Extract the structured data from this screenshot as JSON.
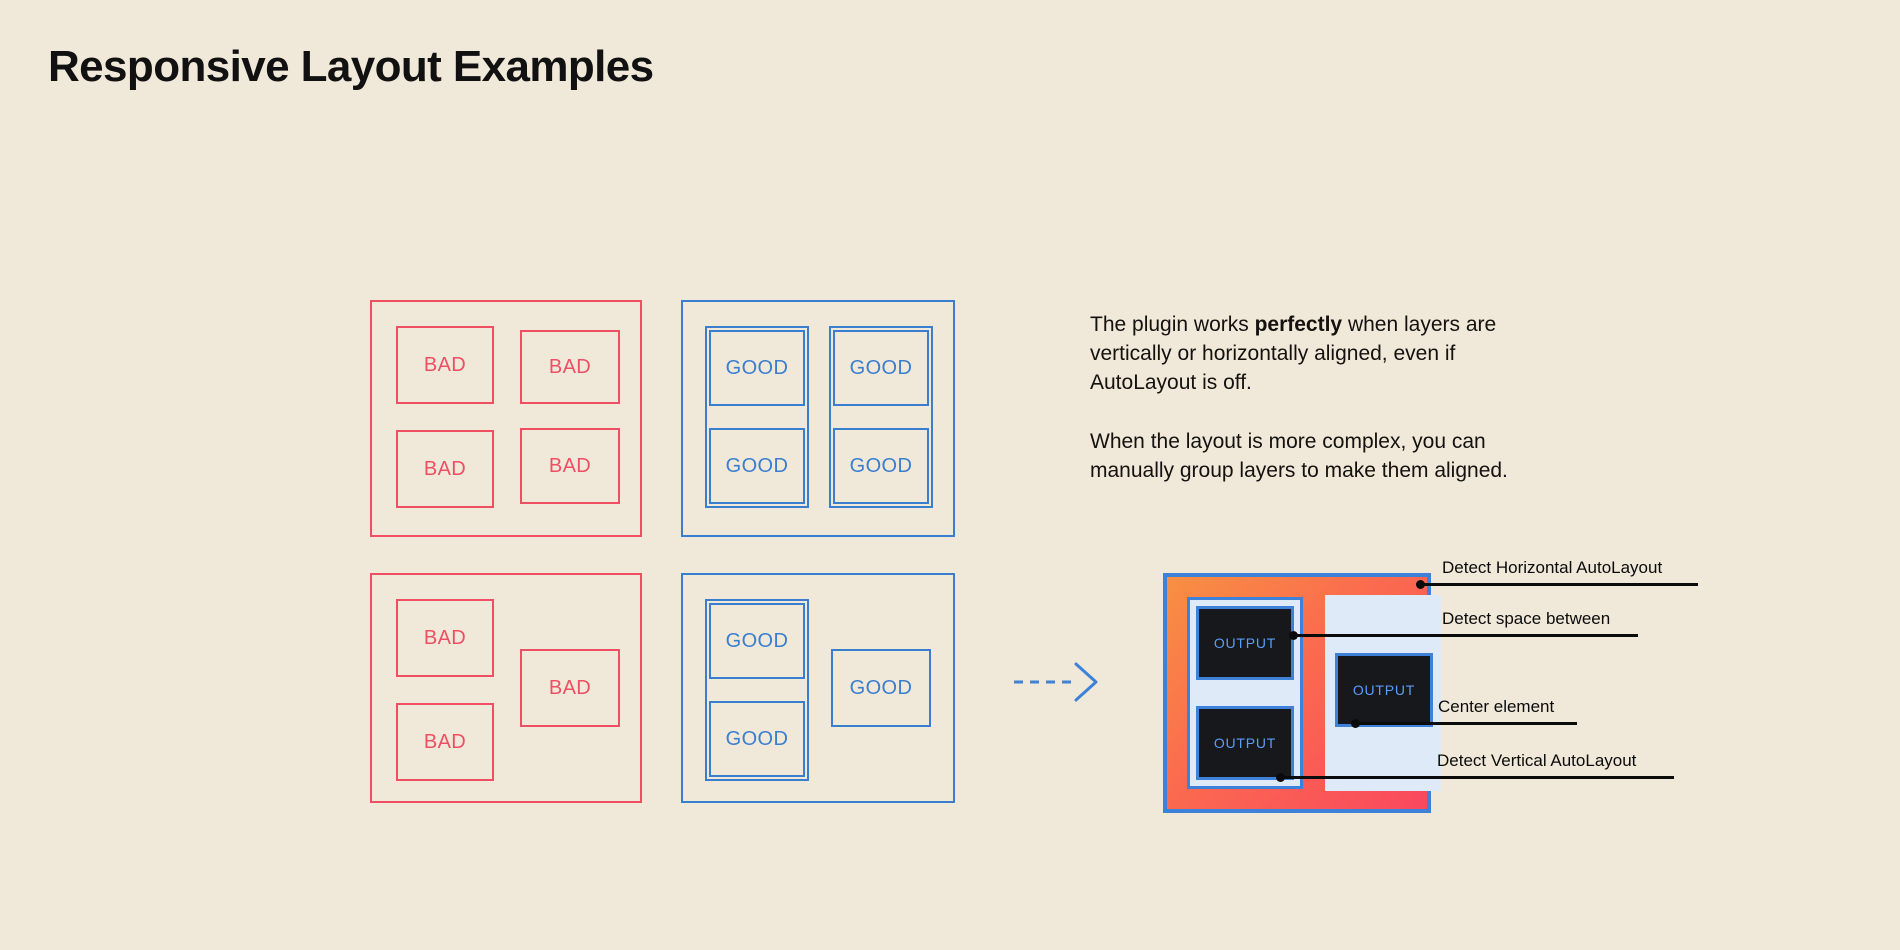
{
  "page": {
    "title": "Responsive Layout Examples",
    "background_color": "#f0e9da"
  },
  "colors": {
    "bad": "#ef4e63",
    "good": "#3a7ecf",
    "detect_border": "#3d82d8",
    "detect_fill_start": "#f79042",
    "detect_fill_end": "#f9485e",
    "output_text": "#5b9df5",
    "output_fill": "#17181c",
    "light_pane": "#dfeaf8",
    "annotation": "#0b0b0b",
    "text": "#14110e"
  },
  "examples": {
    "bad_grid": {
      "label": "bad-grid-misaligned",
      "cells": [
        {
          "text": "BAD"
        },
        {
          "text": "BAD"
        },
        {
          "text": "BAD"
        },
        {
          "text": "BAD"
        }
      ]
    },
    "good_grid": {
      "label": "good-grid-aligned",
      "cells": [
        {
          "text": "GOOD"
        },
        {
          "text": "GOOD"
        },
        {
          "text": "GOOD"
        },
        {
          "text": "GOOD"
        }
      ]
    },
    "bad_complex": {
      "label": "bad-complex-misaligned",
      "cells": [
        {
          "text": "BAD"
        },
        {
          "text": "BAD"
        },
        {
          "text": "BAD"
        }
      ]
    },
    "good_complex": {
      "label": "good-complex-grouped",
      "cells": [
        {
          "text": "GOOD"
        },
        {
          "text": "GOOD"
        },
        {
          "text": "GOOD"
        }
      ]
    }
  },
  "copy": {
    "paragraph_1_before": "The plugin works ",
    "paragraph_1_bold": "perfectly",
    "paragraph_1_after": " when layers are vertically or horizontally aligned, even if AutoLayout is off.",
    "paragraph_2": "When the layout is more complex, you can manually group layers to make them aligned."
  },
  "arrow": {
    "name": "transition-arrow",
    "style": "dashed-right"
  },
  "detection": {
    "outputs": [
      {
        "text": "OUTPUT"
      },
      {
        "text": "OUTPUT"
      },
      {
        "text": "OUTPUT"
      }
    ],
    "callouts": [
      {
        "label": "Detect Horizontal AutoLayout"
      },
      {
        "label": "Detect space between"
      },
      {
        "label": "Center element"
      },
      {
        "label": "Detect Vertical AutoLayout"
      }
    ]
  }
}
